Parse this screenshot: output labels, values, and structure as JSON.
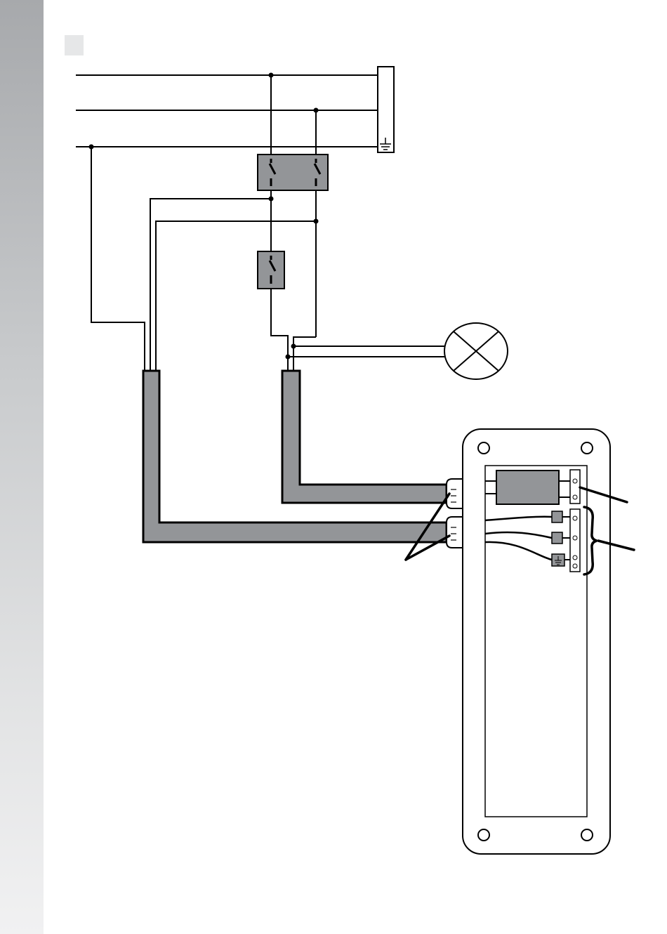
{
  "colors": {
    "side_band": "#a7a9ac",
    "component_fill": "#939598",
    "line": "#000000",
    "marker_square": "#e6e7e8"
  },
  "diagram": {
    "supply_lines": 3,
    "components": [
      "earth-terminal-bar",
      "double-pole-switch",
      "single-pole-switch",
      "lamp",
      "cable-left",
      "cable-right",
      "cable-glands",
      "base-plate",
      "transformer-block",
      "terminal-blocks",
      "pointer-leaders"
    ]
  }
}
